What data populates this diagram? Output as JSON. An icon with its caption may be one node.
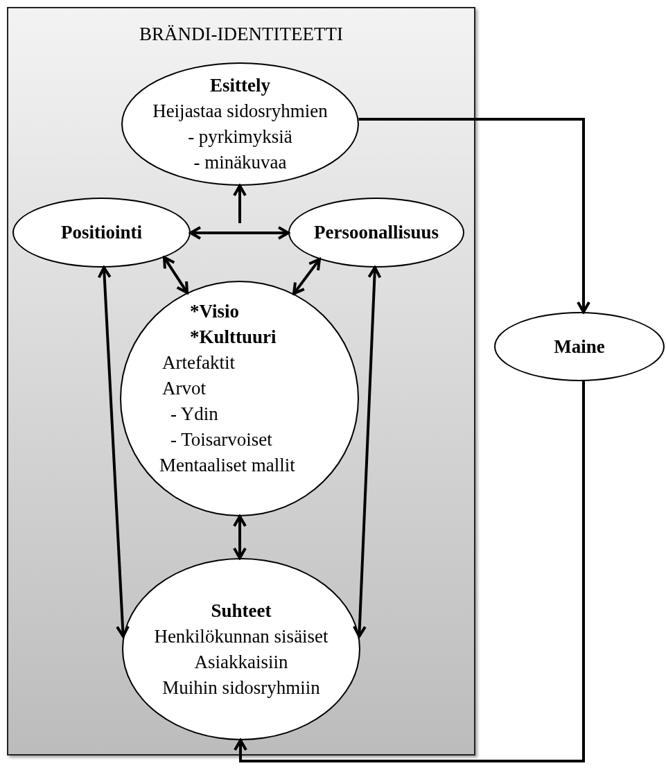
{
  "diagram": {
    "nodes": [
      {
        "text": [
          "BRÄNDI-IDENTITEETTI"
        ]
      },
      {
        "text": [
          "Esittely",
          "Heijastaa sidosryhmien",
          "- pyrkimyksiä",
          "- minäkuvaa"
        ],
        "in": 0
      },
      {
        "text": [
          "Positiointi"
        ],
        "in": 0
      },
      {
        "text": [
          "Persoonallisuus"
        ],
        "in": 0
      },
      {
        "text": [
          "*Visio",
          "*Kulttuuri",
          "Artefaktit",
          "Arvot",
          "- Ydin",
          "- Toisarvoiset",
          "Mentaaliset mallit"
        ],
        "in": 0
      },
      {
        "text": [
          "Suhteet",
          "Henkilökunnan sisäiset",
          "Asiakkaisiin",
          "Muihin sidosryhmiin"
        ],
        "in": 0
      },
      {
        "text": [
          "Maine"
        ]
      }
    ],
    "edges": [
      {
        "from": 2,
        "to": 3,
        "arrow": "both"
      },
      {
        "from": null,
        "to": 1,
        "arrow": "to"
      },
      {
        "from": 2,
        "to": 4,
        "arrow": "both"
      },
      {
        "from": 3,
        "to": 4,
        "arrow": "both"
      },
      {
        "from": 4,
        "to": 5,
        "arrow": "both"
      },
      {
        "from": 2,
        "to": 5,
        "arrow": "both"
      },
      {
        "from": 3,
        "to": 5,
        "arrow": "both"
      },
      {
        "from": 1,
        "to": 6,
        "arrow": "to"
      },
      {
        "from": 6,
        "to": 5,
        "arrow": "to"
      }
    ]
  }
}
